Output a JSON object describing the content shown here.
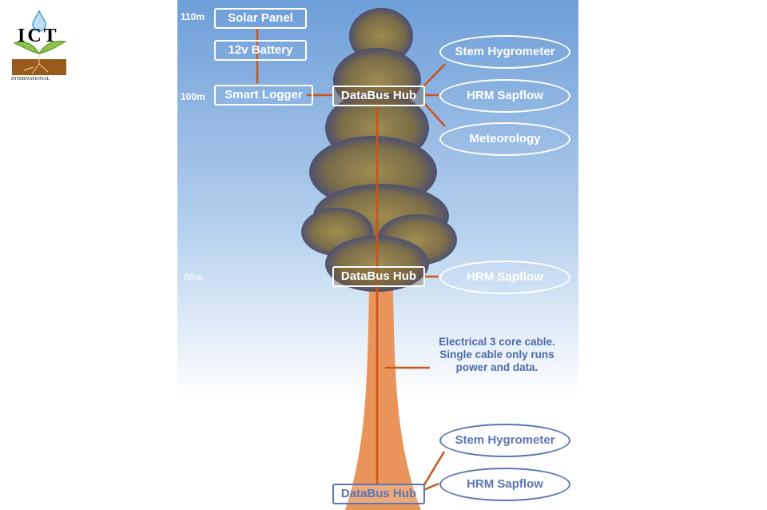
{
  "logo": {
    "name": "ICT",
    "subtitle": "INTERNATIONAL"
  },
  "heights": {
    "h110": "110m",
    "h100": "100m",
    "h60": "60m"
  },
  "power": {
    "solar_panel": "Solar Panel",
    "battery": "12v Battery",
    "logger": "Smart Logger"
  },
  "hubs": {
    "top": "DataBus Hub",
    "middle": "DataBus Hub",
    "bottom": "DataBus Hub"
  },
  "sensors": {
    "top": [
      "Stem Hygrometer",
      "HRM Sapflow",
      "Meteorology"
    ],
    "middle": [
      "HRM Sapflow"
    ],
    "bottom": [
      "Stem Hygrometer",
      "HRM Sapflow"
    ]
  },
  "cable_note": [
    "Electrical 3 core cable.",
    "Single cable only runs",
    "power and data."
  ],
  "colors": {
    "cable": "#c8551a",
    "sensor_blue": "#5b76b5",
    "sky": "#6e9ed8"
  }
}
